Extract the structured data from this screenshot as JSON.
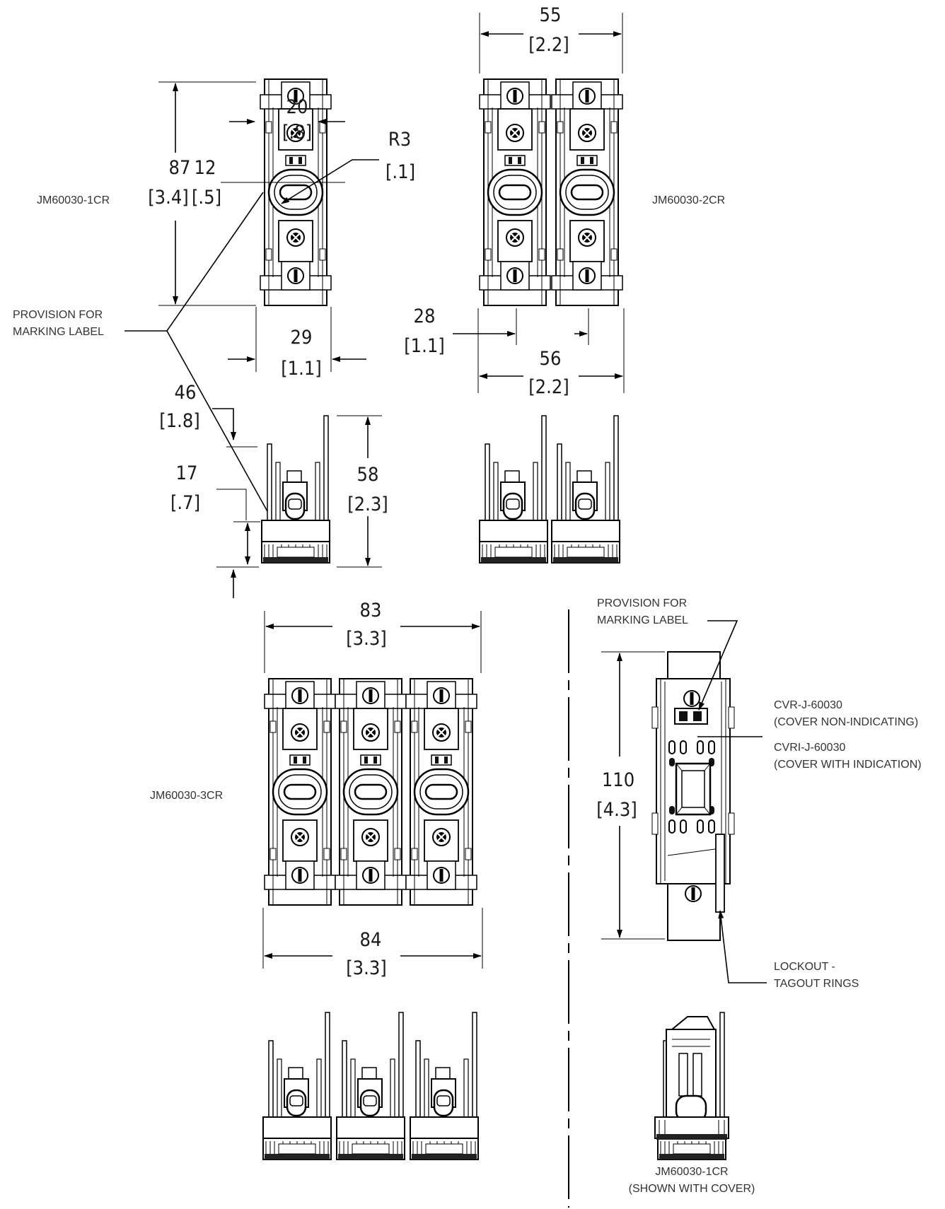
{
  "labels": {
    "one_pole": "JM60030-1CR",
    "two_pole": "JM60030-2CR",
    "three_pole": "JM60030-3CR",
    "provision_1": "PROVISION FOR",
    "provision_2": "MARKING LABEL",
    "provision_b1": "PROVISION FOR",
    "provision_b2": "MARKING LABEL",
    "cvr_1": "CVR-J-60030",
    "cvr_2": "(COVER NON-INDICATING)",
    "cvri_1": "CVRI-J-60030",
    "cvri_2": "(COVER WITH INDICATION)",
    "lockout_1": "LOCKOUT -",
    "lockout_2": "TAGOUT RINGS",
    "cover_1": "JM60030-1CR",
    "cover_2": "(SHOWN WITH COVER)"
  },
  "dimensions": {
    "d87": "87",
    "d87i": "[3.4]",
    "d12": "12",
    "d12i": "[.5]",
    "d20": "20",
    "d20i": "[.8]",
    "r3": "R3",
    "r3i": "[.1]",
    "d29": "29",
    "d29i": "[1.1]",
    "d46": "46",
    "d46i": "[1.8]",
    "d17": "17",
    "d17i": "[.7]",
    "d58": "58",
    "d58i": "[2.3]",
    "d55": "55",
    "d55i": "[2.2]",
    "d28": "28",
    "d28i": "[1.1]",
    "d56": "56",
    "d56i": "[2.2]",
    "d83": "83",
    "d83i": "[3.3]",
    "d84": "84",
    "d84i": "[3.3]",
    "d110": "110",
    "d110i": "[4.3]"
  }
}
